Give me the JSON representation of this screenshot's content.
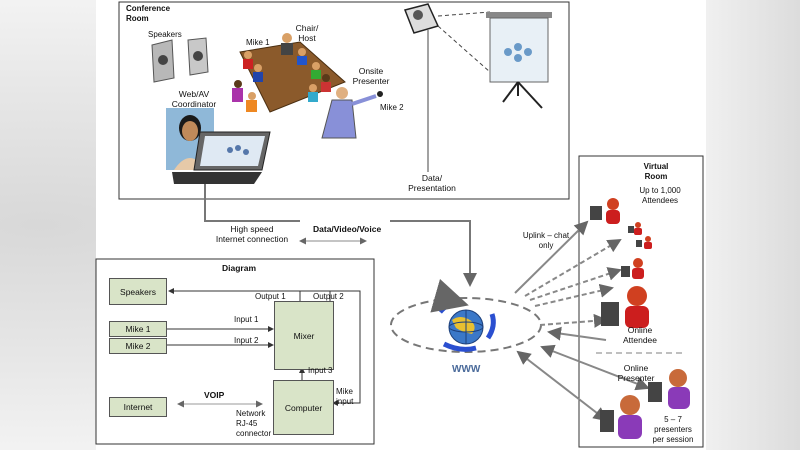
{
  "conference_room": {
    "title": "Conference\nRoom",
    "speakers": "Speakers",
    "mike1": "Mike 1",
    "chair_host": "Chair/\nHost",
    "onsite_presenter": "Onsite\nPresenter",
    "mike2": "Mike 2",
    "web_av": "Web/AV\nCoordinator",
    "data_presentation": "Data/\nPresentation"
  },
  "connection": {
    "high_speed": "High speed\nInternet connection",
    "data_video_voice": "Data/Video/Voice"
  },
  "diagram": {
    "title": "Diagram",
    "speakers": "Speakers",
    "mike1": "Mike 1",
    "mike2": "Mike 2",
    "mixer": "Mixer",
    "internet": "Internet",
    "computer": "Computer",
    "output1": "Output 1",
    "output2": "Output 2",
    "input1": "Input 1",
    "input2": "Input 2",
    "input3": "Input 3",
    "mike_input": "Mike\ninput",
    "voip": "VOIP",
    "network": "Network\nRJ-45\nconnector"
  },
  "www": "WWW",
  "virtual_room": {
    "title": "Virtual\nRoom",
    "attendees": "Up to 1,000\nAttendees",
    "uplink": "Uplink – chat\nonly",
    "online_attendee": "Online\nAttendee",
    "online_presenter": "Online\nPresenter",
    "presenters": "5 – 7\npresenters\nper session"
  }
}
